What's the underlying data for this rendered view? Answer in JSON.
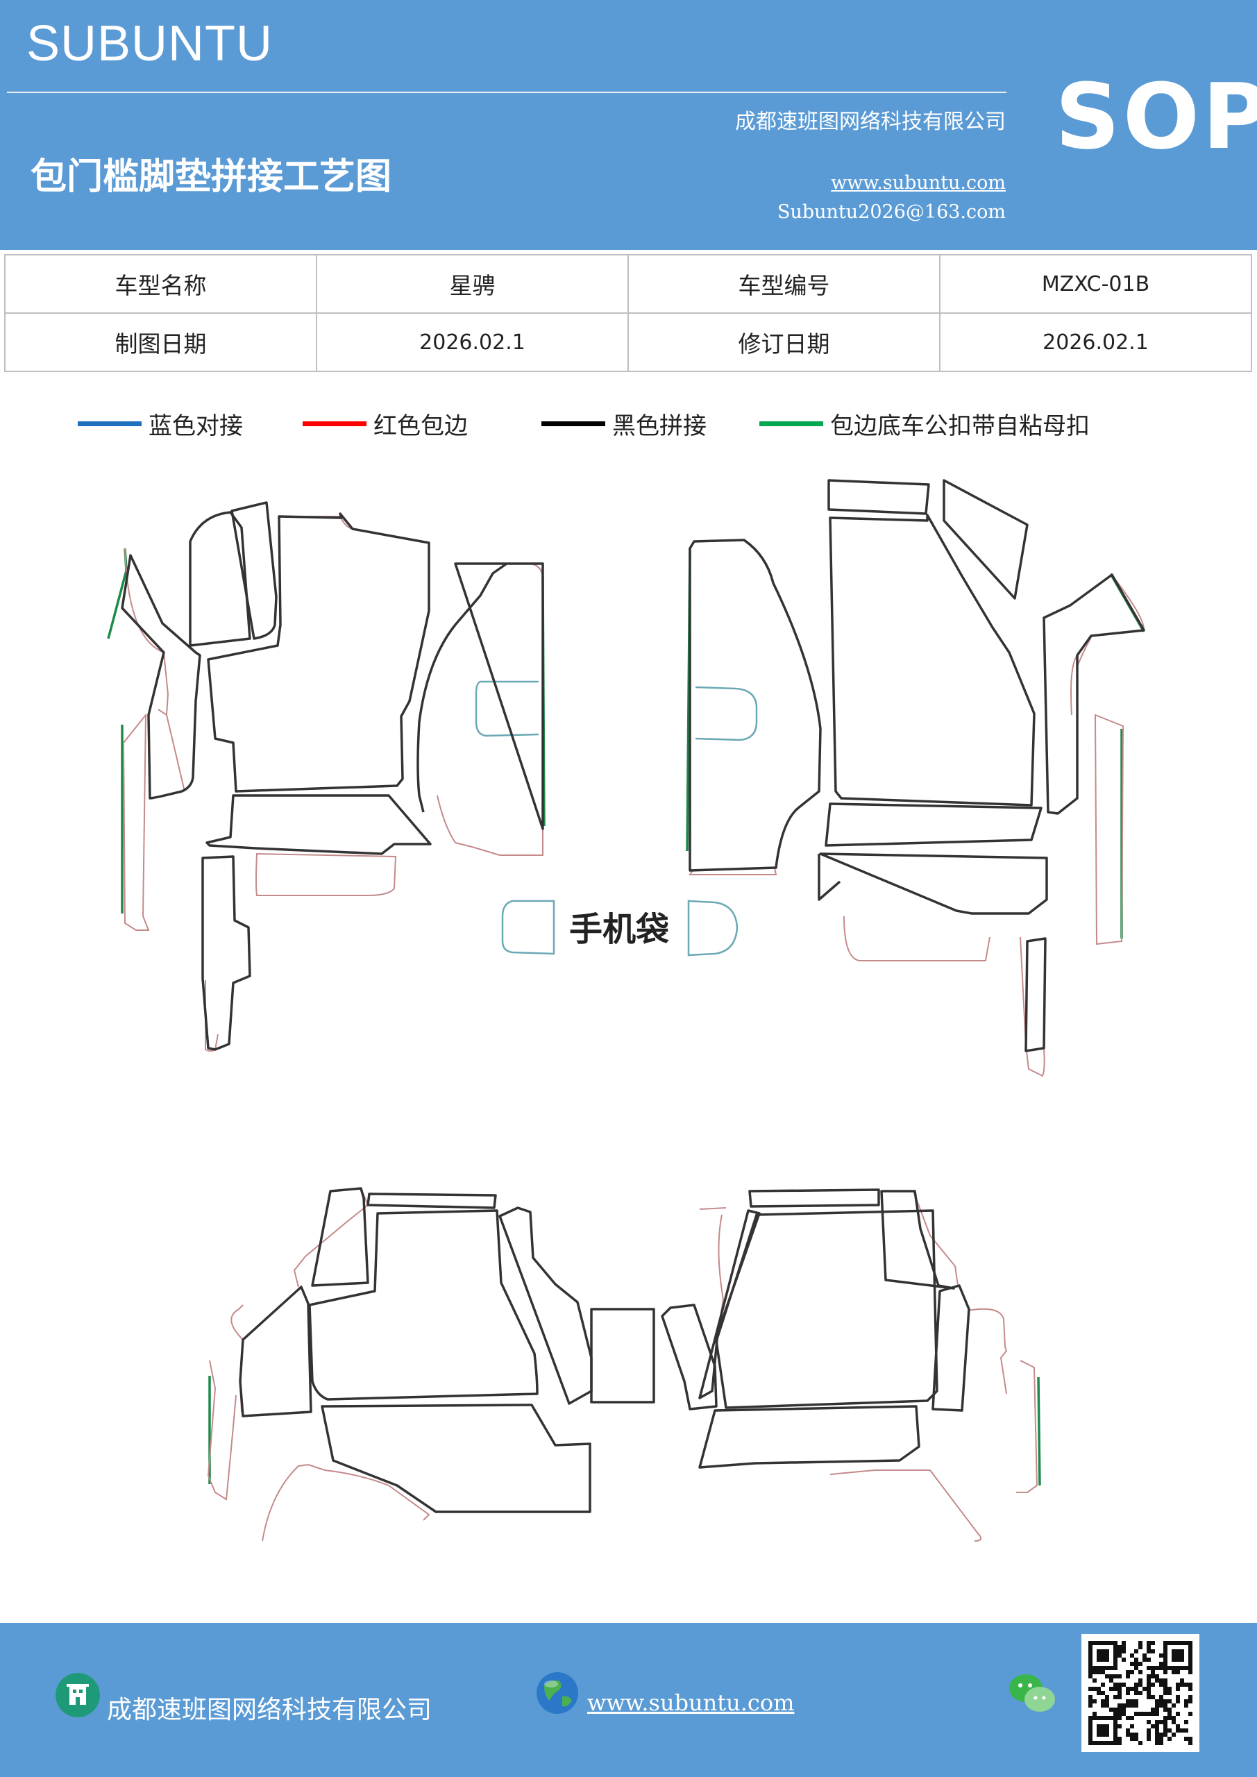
{
  "header": {
    "brand": "SUBUNTU",
    "company": "成都速班图网络科技有限公司",
    "title": "包门槛脚垫拼接工艺图",
    "website": "www.subuntu.com",
    "email": "Subuntu2026@163.com",
    "badge": "SOP"
  },
  "info_table": {
    "rows": [
      [
        {
          "text": "车型名称",
          "kind": "label"
        },
        {
          "text": "星骋",
          "kind": "label"
        },
        {
          "text": "车型编号",
          "kind": "label"
        },
        {
          "text": "MZXC-01B",
          "kind": "val"
        }
      ],
      [
        {
          "text": "制图日期",
          "kind": "label"
        },
        {
          "text": "2026.02.1",
          "kind": "val"
        },
        {
          "text": "修订日期",
          "kind": "label"
        },
        {
          "text": "2026.02.1",
          "kind": "val"
        }
      ]
    ]
  },
  "legend": [
    {
      "label": "蓝色对接",
      "color": "#1f6fbf"
    },
    {
      "label": "红色包边",
      "color": "#ff0000"
    },
    {
      "label": "黑色拼接",
      "color": "#000000"
    },
    {
      "label": "包边底车公扣带自粘母扣",
      "color": "#00a650"
    }
  ],
  "drawing": {
    "pocket_label": "手机袋",
    "colors": {
      "seam": "#333333",
      "edge": "#c48a8a",
      "butt": "#6aa8b5",
      "velcro": "#1d8a4a"
    }
  },
  "footer": {
    "company": "成都速班图网络科技有限公司",
    "website": "www.subuntu.com"
  }
}
